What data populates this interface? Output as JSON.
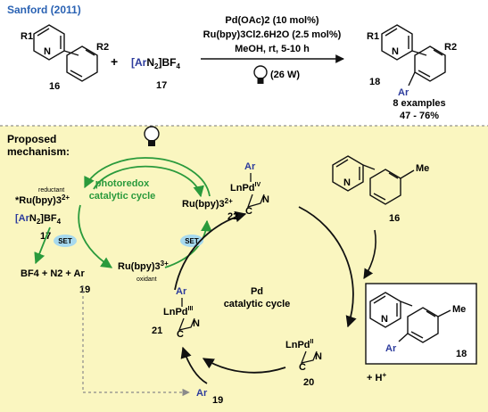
{
  "header": {
    "title": "Sanford (2011)",
    "reagent_plus": "+",
    "reagent_17": "[ArN2]BF4",
    "label_16": "16",
    "label_17": "17",
    "label_18": "18",
    "conditions": {
      "line1": "Pd(OAc)2 (10 mol%)",
      "line2": "Ru(bpy)3Cl2.6H2O (2.5 mol%)",
      "line3": "MeOH, rt, 5-10 h",
      "light": "(26 W)"
    },
    "r1": "R1",
    "r2": "R2",
    "ar": "Ar",
    "n": "N",
    "examples": "8 examples",
    "yield": "47 - 76%"
  },
  "mechanism": {
    "title_line1": "Proposed",
    "title_line2": "mechanism:",
    "reductant": "reductant",
    "oxidant": "oxidant",
    "ru_star": "*Ru(bpy)3",
    "ru_2": "Ru(bpy)3",
    "ru_3": "Ru(bpy)3",
    "photoredox_line1": "photoredox",
    "photoredox_line2": "catalytic cycle",
    "pd_cycle_line1": "Pd",
    "pd_cycle_line2": "catalytic cycle",
    "set": "SET",
    "arn2bf4": "[ArN2]BF4",
    "label_17": "17",
    "byproducts": "BF4 + N2 + Ar",
    "label_19": "19",
    "label_19b": "19",
    "label_16": "16",
    "label_18": "18",
    "label_20": "20",
    "label_21": "21",
    "label_22": "22",
    "me": "Me",
    "ar": "Ar",
    "ln": "Ln",
    "pd": "Pd",
    "pd_iv": "IV",
    "pd_iii": "III",
    "pd_ii": "II",
    "c": "C",
    "n": "N",
    "h_plus": "+ H",
    "ar_radical": "Ar"
  },
  "colors": {
    "title_blue": "#2a62b3",
    "green": "#2a9a3c",
    "panel_bg": "#faf6c0",
    "ar_blue": "#2c3b9c",
    "set_fill": "#a7d9ee",
    "arrow_black": "#111111"
  }
}
